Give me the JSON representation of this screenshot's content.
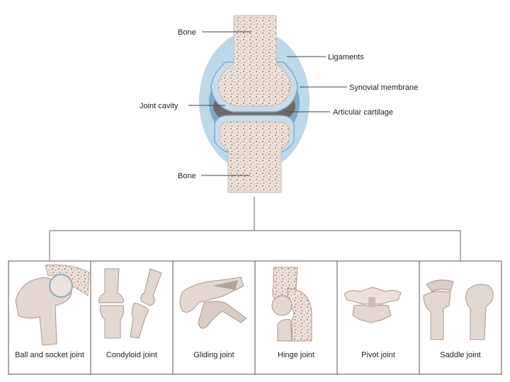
{
  "labels": {
    "bone_top": "Bone",
    "ligaments": "Ligaments",
    "synovial_membrane": "Synovial membrane",
    "joint_cavity": "Joint cavity",
    "articular_cartilage": "Articular cartilage",
    "bone_bottom": "Bone"
  },
  "joints": [
    {
      "label": "Ball and socket joint"
    },
    {
      "label": "Condyloid joint"
    },
    {
      "label": "Gliding joint"
    },
    {
      "label": "Hinge joint"
    },
    {
      "label": "Pivot joint"
    },
    {
      "label": "Saddle joint"
    }
  ],
  "colors": {
    "bone": "#e8ddd6",
    "bone_speckle": "#a2766b",
    "capsule": "#bcd9ea",
    "membrane": "#7fa9c8",
    "cartilage": "#c9dbe9",
    "cavity": "#6f6864"
  }
}
